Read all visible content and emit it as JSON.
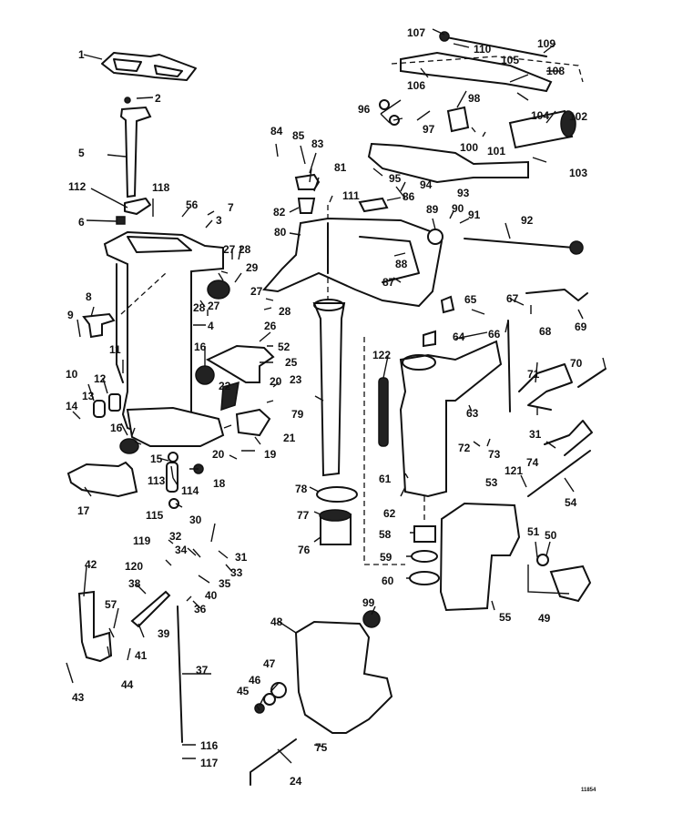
{
  "diagram": {
    "type": "exploded-parts-diagram",
    "subject": "outboard motor midsection / swivel bracket / clamp brackets",
    "figure_code": "11854",
    "labels": [
      {
        "id": "1",
        "text": "1"
      },
      {
        "id": "2",
        "text": "2"
      },
      {
        "id": "3",
        "text": "3"
      },
      {
        "id": "4",
        "text": "4"
      },
      {
        "id": "5",
        "text": "5"
      },
      {
        "id": "6",
        "text": "6"
      },
      {
        "id": "7",
        "text": "7"
      },
      {
        "id": "8",
        "text": "8"
      },
      {
        "id": "9",
        "text": "9"
      },
      {
        "id": "10",
        "text": "10"
      },
      {
        "id": "11",
        "text": "11"
      },
      {
        "id": "12",
        "text": "12"
      },
      {
        "id": "13",
        "text": "13"
      },
      {
        "id": "14",
        "text": "14"
      },
      {
        "id": "15",
        "text": "15"
      },
      {
        "id": "16a",
        "text": "16"
      },
      {
        "id": "16b",
        "text": "16"
      },
      {
        "id": "17",
        "text": "17"
      },
      {
        "id": "18",
        "text": "18"
      },
      {
        "id": "19",
        "text": "19"
      },
      {
        "id": "20a",
        "text": "20"
      },
      {
        "id": "20b",
        "text": "20"
      },
      {
        "id": "21",
        "text": "21"
      },
      {
        "id": "22",
        "text": "22"
      },
      {
        "id": "23",
        "text": "23"
      },
      {
        "id": "24",
        "text": "24"
      },
      {
        "id": "25",
        "text": "25"
      },
      {
        "id": "26",
        "text": "26"
      },
      {
        "id": "27a",
        "text": "27"
      },
      {
        "id": "27b",
        "text": "27"
      },
      {
        "id": "27c",
        "text": "27"
      },
      {
        "id": "28a",
        "text": "28"
      },
      {
        "id": "28b",
        "text": "28"
      },
      {
        "id": "28c",
        "text": "28"
      },
      {
        "id": "29",
        "text": "29"
      },
      {
        "id": "30",
        "text": "30"
      },
      {
        "id": "31a",
        "text": "31"
      },
      {
        "id": "31b",
        "text": "31"
      },
      {
        "id": "32",
        "text": "32"
      },
      {
        "id": "33",
        "text": "33"
      },
      {
        "id": "34",
        "text": "34"
      },
      {
        "id": "35",
        "text": "35"
      },
      {
        "id": "36",
        "text": "36"
      },
      {
        "id": "37",
        "text": "37"
      },
      {
        "id": "38",
        "text": "38"
      },
      {
        "id": "39",
        "text": "39"
      },
      {
        "id": "40",
        "text": "40"
      },
      {
        "id": "41",
        "text": "41"
      },
      {
        "id": "42",
        "text": "42"
      },
      {
        "id": "43",
        "text": "43"
      },
      {
        "id": "44",
        "text": "44"
      },
      {
        "id": "45",
        "text": "45"
      },
      {
        "id": "46",
        "text": "46"
      },
      {
        "id": "47",
        "text": "47"
      },
      {
        "id": "48",
        "text": "48"
      },
      {
        "id": "49",
        "text": "49"
      },
      {
        "id": "50",
        "text": "50"
      },
      {
        "id": "51",
        "text": "51"
      },
      {
        "id": "52",
        "text": "52"
      },
      {
        "id": "53",
        "text": "53"
      },
      {
        "id": "54",
        "text": "54"
      },
      {
        "id": "55",
        "text": "55"
      },
      {
        "id": "56",
        "text": "56"
      },
      {
        "id": "57",
        "text": "57"
      },
      {
        "id": "58",
        "text": "58"
      },
      {
        "id": "59",
        "text": "59"
      },
      {
        "id": "60",
        "text": "60"
      },
      {
        "id": "61",
        "text": "61"
      },
      {
        "id": "62",
        "text": "62"
      },
      {
        "id": "63",
        "text": "63"
      },
      {
        "id": "64",
        "text": "64"
      },
      {
        "id": "65",
        "text": "65"
      },
      {
        "id": "66",
        "text": "66"
      },
      {
        "id": "67",
        "text": "67"
      },
      {
        "id": "68",
        "text": "68"
      },
      {
        "id": "69",
        "text": "69"
      },
      {
        "id": "70",
        "text": "70"
      },
      {
        "id": "71",
        "text": "71"
      },
      {
        "id": "72",
        "text": "72"
      },
      {
        "id": "73",
        "text": "73"
      },
      {
        "id": "74",
        "text": "74"
      },
      {
        "id": "75",
        "text": "75"
      },
      {
        "id": "76",
        "text": "76"
      },
      {
        "id": "77",
        "text": "77"
      },
      {
        "id": "78",
        "text": "78"
      },
      {
        "id": "79",
        "text": "79"
      },
      {
        "id": "80",
        "text": "80"
      },
      {
        "id": "81",
        "text": "81"
      },
      {
        "id": "82",
        "text": "82"
      },
      {
        "id": "83",
        "text": "83"
      },
      {
        "id": "84",
        "text": "84"
      },
      {
        "id": "85",
        "text": "85"
      },
      {
        "id": "86",
        "text": "86"
      },
      {
        "id": "87",
        "text": "87"
      },
      {
        "id": "88",
        "text": "88"
      },
      {
        "id": "89",
        "text": "89"
      },
      {
        "id": "90",
        "text": "90"
      },
      {
        "id": "91",
        "text": "91"
      },
      {
        "id": "92",
        "text": "92"
      },
      {
        "id": "93",
        "text": "93"
      },
      {
        "id": "94",
        "text": "94"
      },
      {
        "id": "95",
        "text": "95"
      },
      {
        "id": "96",
        "text": "96"
      },
      {
        "id": "97",
        "text": "97"
      },
      {
        "id": "98",
        "text": "98"
      },
      {
        "id": "99",
        "text": "99"
      },
      {
        "id": "100",
        "text": "100"
      },
      {
        "id": "101",
        "text": "101"
      },
      {
        "id": "102",
        "text": "102"
      },
      {
        "id": "103",
        "text": "103"
      },
      {
        "id": "104",
        "text": "104"
      },
      {
        "id": "105",
        "text": "105"
      },
      {
        "id": "106",
        "text": "106"
      },
      {
        "id": "107",
        "text": "107"
      },
      {
        "id": "108",
        "text": "108"
      },
      {
        "id": "109",
        "text": "109"
      },
      {
        "id": "110",
        "text": "110"
      },
      {
        "id": "111",
        "text": "111"
      },
      {
        "id": "112",
        "text": "112"
      },
      {
        "id": "113",
        "text": "113"
      },
      {
        "id": "114",
        "text": "114"
      },
      {
        "id": "115",
        "text": "115"
      },
      {
        "id": "116",
        "text": "116"
      },
      {
        "id": "117",
        "text": "117"
      },
      {
        "id": "118",
        "text": "118"
      },
      {
        "id": "119",
        "text": "119"
      },
      {
        "id": "120",
        "text": "120"
      },
      {
        "id": "121",
        "text": "121"
      },
      {
        "id": "122",
        "text": "122"
      }
    ]
  }
}
